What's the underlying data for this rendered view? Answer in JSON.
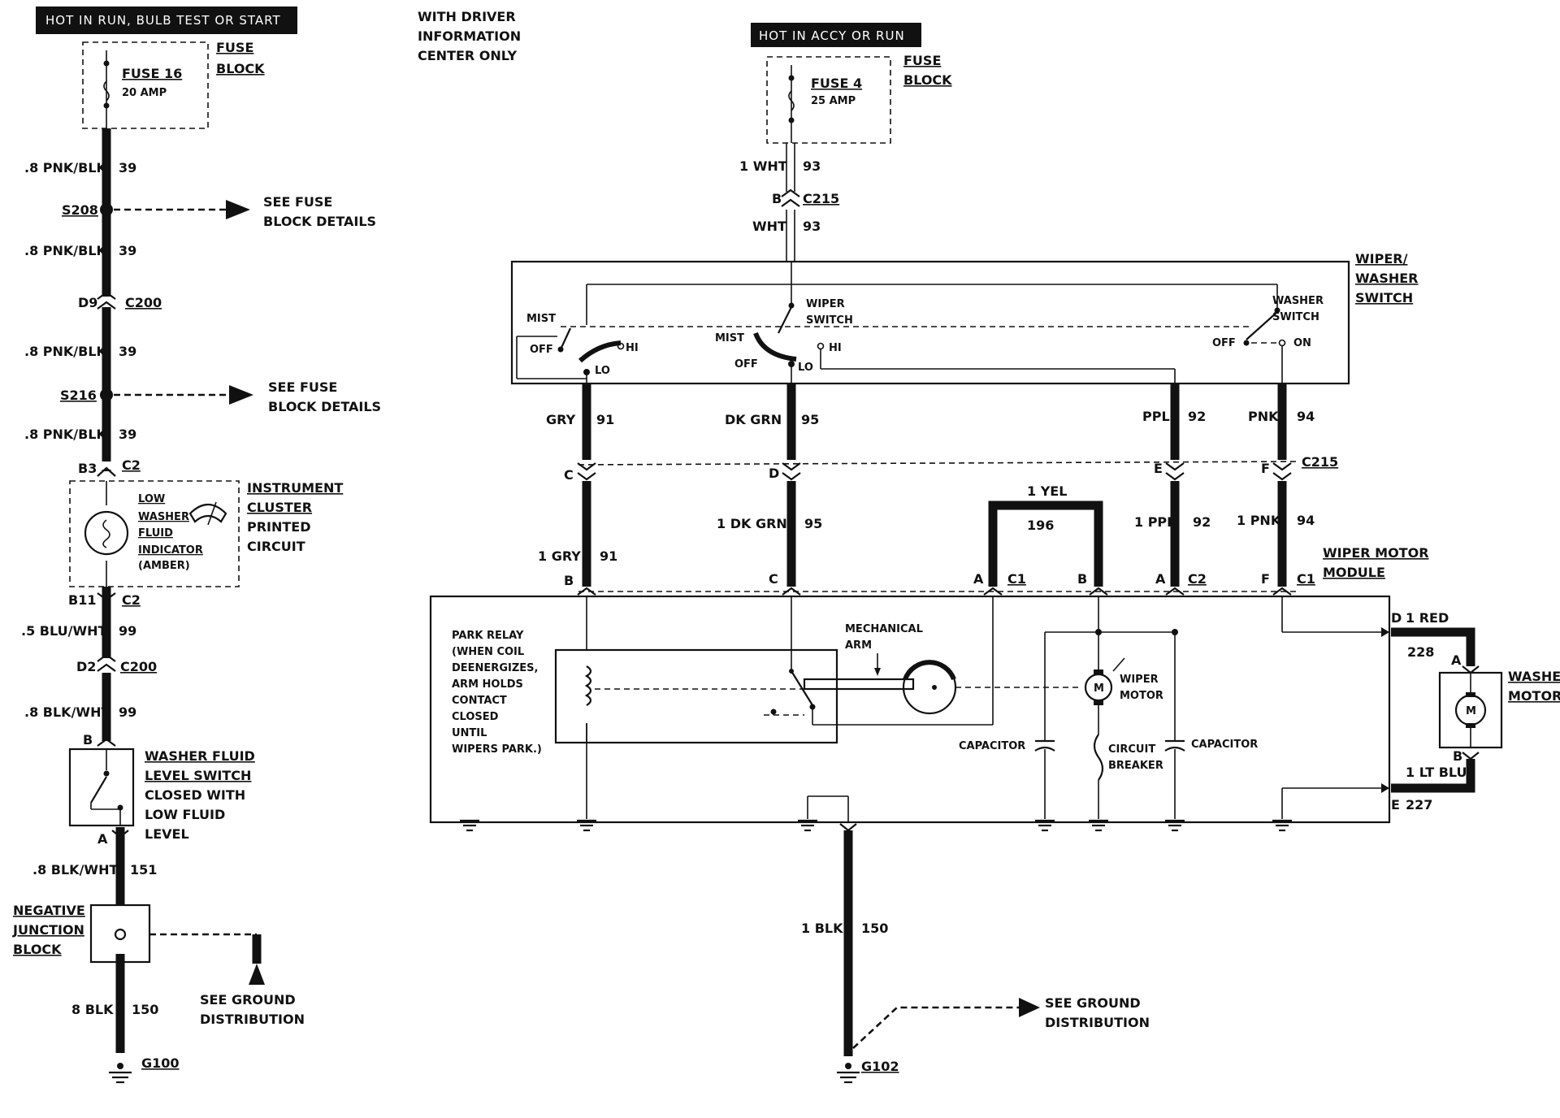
{
  "left_circuit": {
    "header": "HOT IN RUN, BULB TEST OR START",
    "fuse_block": "FUSE BLOCK",
    "fuse": "FUSE 16",
    "fuse_rating": "20 AMP",
    "wire1_color": ".8 PNK/BLK",
    "wire1_num": "39",
    "splice1": "S208",
    "see_fuse_1a": "SEE FUSE",
    "see_fuse_1b": "BLOCK DETAILS",
    "wire2_color": ".8 PNK/BLK",
    "wire2_num": "39",
    "conn1_pin": "D9",
    "conn1": "C200",
    "wire3_color": ".8 PNK/BLK",
    "wire3_num": "39",
    "splice2": "S216",
    "see_fuse_2a": "SEE FUSE",
    "see_fuse_2b": "BLOCK DETAILS",
    "wire4_color": ".8 PNK/BLK",
    "wire4_num": "39",
    "conn2_pin": "B3",
    "conn2": "C2",
    "cluster_1": "INSTRUMENT",
    "cluster_2": "CLUSTER",
    "cluster_3": "PRINTED",
    "cluster_4": "CIRCUIT",
    "indicator_1": "LOW",
    "indicator_2": "WASHER",
    "indicator_3": "FLUID",
    "indicator_4": "INDICATOR",
    "indicator_5": "(AMBER)",
    "conn3_pin": "B11",
    "conn3": "C2",
    "wire5_color": ".5 BLU/WHT",
    "wire5_num": "99",
    "conn4_pin": "D2",
    "conn4": "C200",
    "wire6_color": ".8 BLK/WHT",
    "wire6_num": "99",
    "switch_pin_top": "B",
    "switch_1": "WASHER FLUID",
    "switch_2": "LEVEL SWITCH",
    "switch_3": "CLOSED WITH",
    "switch_4": "LOW FLUID",
    "switch_5": "LEVEL",
    "switch_pin_bottom": "A",
    "wire7_color": ".8 BLK/WHT",
    "wire7_num": "151",
    "junction_1": "NEGATIVE",
    "junction_2": "JUNCTION",
    "junction_3": "BLOCK",
    "see_ground_1": "SEE GROUND",
    "see_ground_2": "DISTRIBUTION",
    "wire8_color": "8 BLK",
    "wire8_num": "150",
    "ground": "G100"
  },
  "note": {
    "line1": "WITH DRIVER",
    "line2": "INFORMATION",
    "line3": "CENTER ONLY"
  },
  "right_circuit": {
    "header": "HOT IN ACCY OR RUN",
    "fuse_block_1": "FUSE",
    "fuse_block_2": "BLOCK",
    "fuse": "FUSE 4",
    "fuse_rating": "25 AMP",
    "wire_in_color": "1 WHT",
    "wire_in_num": "93",
    "c215_pin": "B",
    "c215": "C215",
    "wire_in2_color": "WHT",
    "wire_in2_num": "93",
    "switch_title_1": "WIPER/",
    "switch_title_2": "WASHER",
    "switch_title_3": "SWITCH",
    "mist": "MIST",
    "off": "OFF",
    "hi": "HI",
    "lo": "LO",
    "mist2": "MIST",
    "off2": "OFF",
    "hi2": "HI",
    "lo2": "LO",
    "wiper_switch_1": "WIPER",
    "wiper_switch_2": "SWITCH",
    "washer_switch_1": "WASHER",
    "washer_switch_2": "SWITCH",
    "washer_off": "OFF",
    "washer_on": "ON",
    "w91_color": "GRY",
    "w91_num": "91",
    "w95_color": "DK GRN",
    "w95_num": "95",
    "w92_color": "PPL",
    "w92_num": "92",
    "w94_color": "PNK",
    "w94_num": "94",
    "pin_c": "C",
    "pin_d": "D",
    "pin_e": "E",
    "pin_f": "F",
    "c215b": "C215",
    "w91b_color": "1 GRY",
    "w91b_num": "91",
    "w95b_color": "1 DK GRN",
    "w95b_num": "95",
    "yel_color": "1 YEL",
    "yel_num": "196",
    "w92b_color": "1 PPL",
    "w92b_num": "92",
    "w94b_color": "1 PNK",
    "w94b_num": "94",
    "module_1": "WIPER MOTOR",
    "module_2": "MODULE",
    "mp_b": "B",
    "mp_c": "C",
    "mp_a1": "A",
    "c1a": "C1",
    "mp_b2": "B",
    "mp_a2": "A",
    "c2": "C2",
    "mp_f": "F",
    "c1b": "C1",
    "relay_1": "PARK RELAY",
    "relay_2": "(WHEN COIL",
    "relay_3": "DEENERGIZES,",
    "relay_4": "ARM HOLDS",
    "relay_5": "CONTACT",
    "relay_6": "CLOSED",
    "relay_7": "UNTIL",
    "relay_8": "WIPERS PARK.)",
    "mech_1": "MECHANICAL",
    "mech_2": "ARM",
    "motor_1": "WIPER",
    "motor_2": "MOTOR",
    "motor_symbol": "M",
    "capacitor_1": "CAPACITOR",
    "capacitor_2": "CAPACITOR",
    "breaker_1": "CIRCUIT",
    "breaker_2": "BREAKER",
    "d_pin": "D",
    "red_color": "1 RED",
    "red_num": "228",
    "washer_motor_1": "WASHER",
    "washer_motor_2": "MOTOR",
    "wm_a": "A",
    "wm_b": "B",
    "wm_symbol": "M",
    "blu_color": "1 LT BLU",
    "e_pin": "E",
    "blu_num": "227",
    "blk_color": "1 BLK",
    "blk_num": "150",
    "see_ground_1": "SEE GROUND",
    "see_ground_2": "DISTRIBUTION",
    "ground": "G102"
  }
}
